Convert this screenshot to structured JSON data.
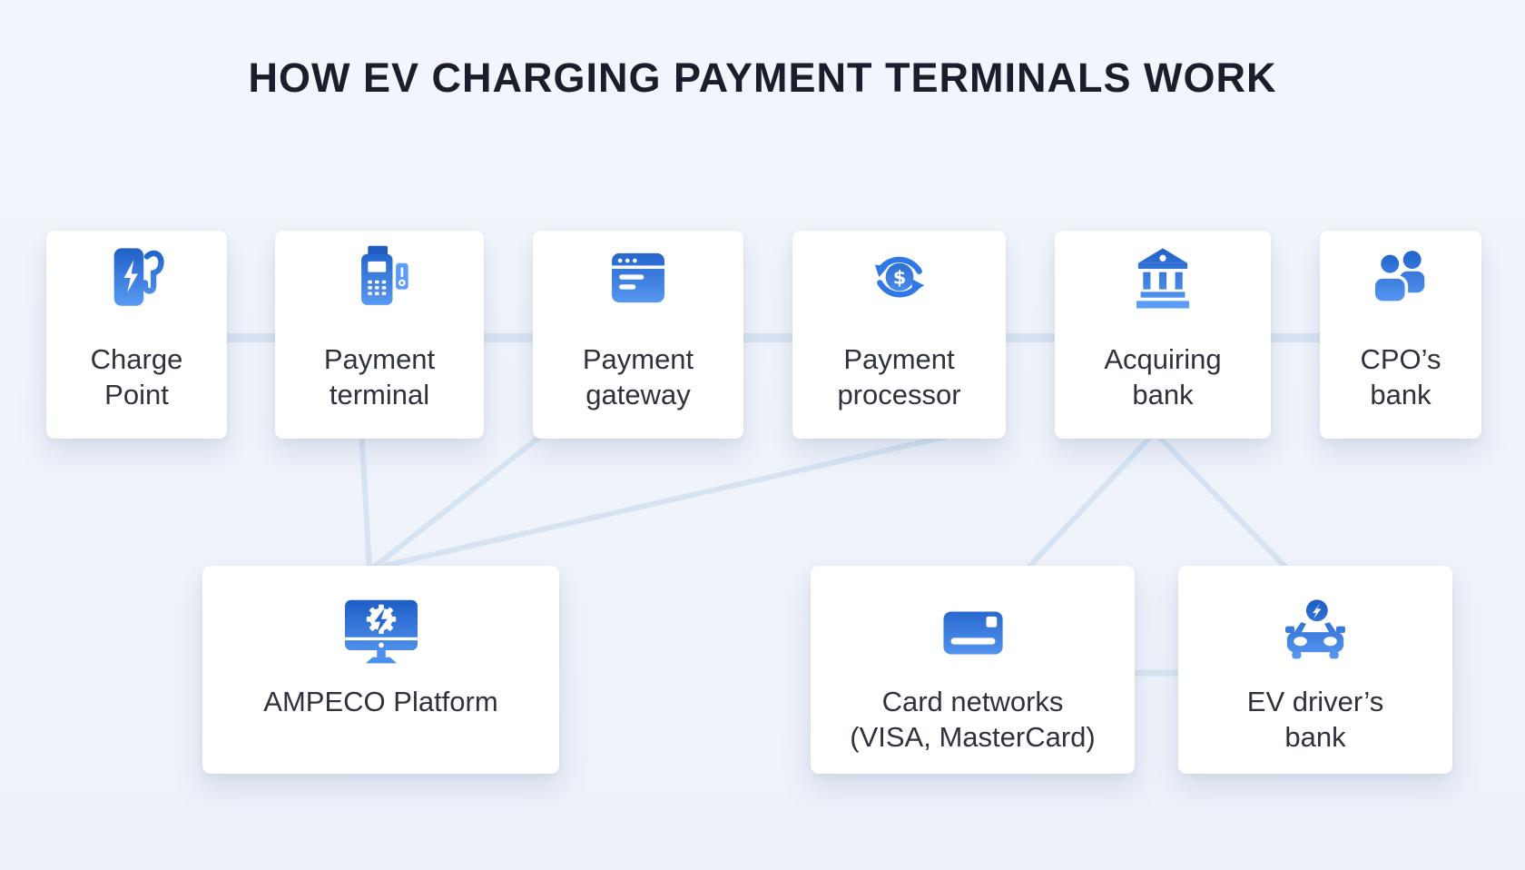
{
  "title": "HOW EV CHARGING PAYMENT TERMINALS WORK",
  "colors": {
    "background": "#f0f4fa",
    "card": "#ffffff",
    "connector": "#d6e4f2",
    "icon_gradient_top": "#1a5bc4",
    "icon_gradient_bottom": "#60a1f8",
    "title_text": "#191e2a",
    "label_text": "#2d323c"
  },
  "nodes": {
    "top": [
      {
        "id": "charge-point",
        "label_lines": [
          "Charge",
          "Point"
        ],
        "icon": "charge-point-icon"
      },
      {
        "id": "payment-terminal",
        "label_lines": [
          "Payment",
          "terminal"
        ],
        "icon": "payment-terminal-icon"
      },
      {
        "id": "payment-gateway",
        "label_lines": [
          "Payment",
          "gateway"
        ],
        "icon": "payment-gateway-icon"
      },
      {
        "id": "payment-processor",
        "label_lines": [
          "Payment",
          "processor"
        ],
        "icon": "payment-processor-icon"
      },
      {
        "id": "acquiring-bank",
        "label_lines": [
          "Acquiring",
          "bank"
        ],
        "icon": "bank-icon"
      },
      {
        "id": "cpos-bank",
        "label_lines": [
          "CPO’s",
          "bank"
        ],
        "icon": "people-icon"
      }
    ],
    "bottom": [
      {
        "id": "ampeco-platform",
        "label_lines": [
          "AMPECO Platform"
        ],
        "icon": "monitor-gear-icon"
      },
      {
        "id": "card-networks",
        "label_lines": [
          "Card networks",
          "(VISA, MasterCard)"
        ],
        "icon": "credit-card-icon"
      },
      {
        "id": "ev-drivers-bank",
        "label_lines": [
          "EV driver’s",
          "bank"
        ],
        "icon": "ev-car-icon"
      }
    ]
  },
  "edges": [
    {
      "from": "charge-point",
      "to": "payment-terminal"
    },
    {
      "from": "payment-terminal",
      "to": "payment-gateway"
    },
    {
      "from": "payment-gateway",
      "to": "payment-processor"
    },
    {
      "from": "payment-processor",
      "to": "acquiring-bank"
    },
    {
      "from": "acquiring-bank",
      "to": "cpos-bank"
    },
    {
      "from": "payment-terminal",
      "to": "ampeco-platform"
    },
    {
      "from": "payment-gateway",
      "to": "ampeco-platform"
    },
    {
      "from": "payment-processor",
      "to": "ampeco-platform"
    },
    {
      "from": "acquiring-bank",
      "to": "card-networks"
    },
    {
      "from": "acquiring-bank",
      "to": "ev-drivers-bank"
    },
    {
      "from": "card-networks",
      "to": "ev-drivers-bank"
    }
  ]
}
